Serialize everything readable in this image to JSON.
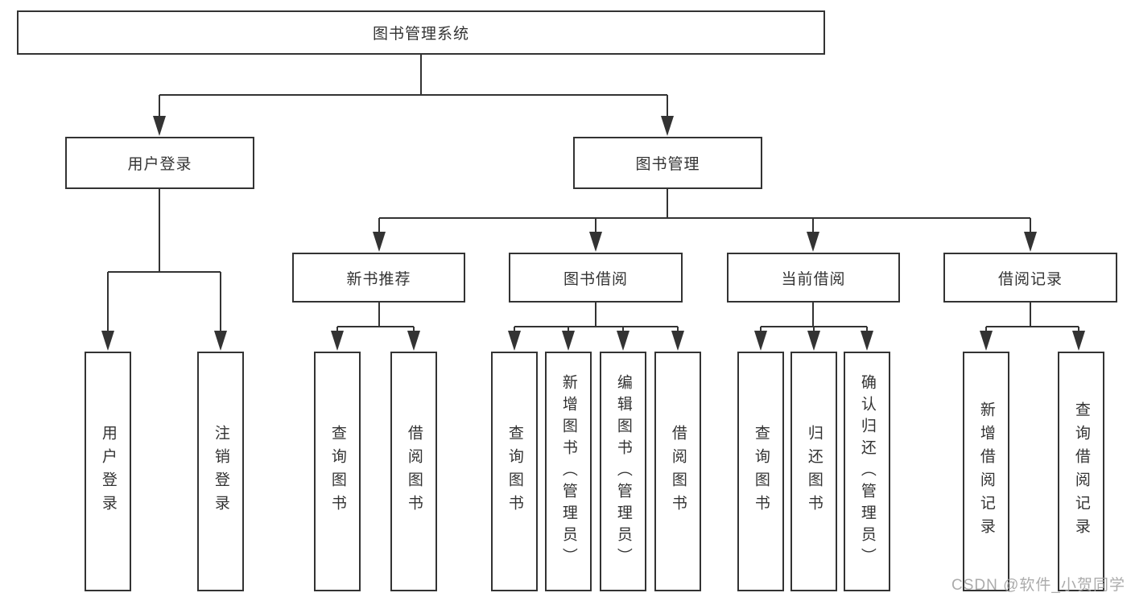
{
  "diagram": {
    "root": {
      "label": "图书管理系统"
    },
    "level2": [
      {
        "label": "用户登录"
      },
      {
        "label": "图书管理"
      }
    ],
    "level3": [
      {
        "label": "新书推荐"
      },
      {
        "label": "图书借阅"
      },
      {
        "label": "当前借阅"
      },
      {
        "label": "借阅记录"
      }
    ],
    "leaves": {
      "user_login": [
        "用户登录",
        "注销登录"
      ],
      "new_book_recommend": [
        "查询图书",
        "借阅图书"
      ],
      "book_borrowing": [
        "查询图书",
        "新增图书（管理员）",
        "编辑图书（管理员）",
        "借阅图书"
      ],
      "current_borrowing": [
        "查询图书",
        "归还图书",
        "确认归还（管理员）"
      ],
      "borrowing_records": [
        "新增借阅记录",
        "查询借阅记录"
      ]
    }
  },
  "watermark": {
    "text": "CSDN @软件_小贺同学"
  },
  "colors": {
    "line": "#333333",
    "text": "#333333",
    "box_background": "#ffffff",
    "watermark": "#a3a3a3",
    "background": "#ffffff"
  }
}
